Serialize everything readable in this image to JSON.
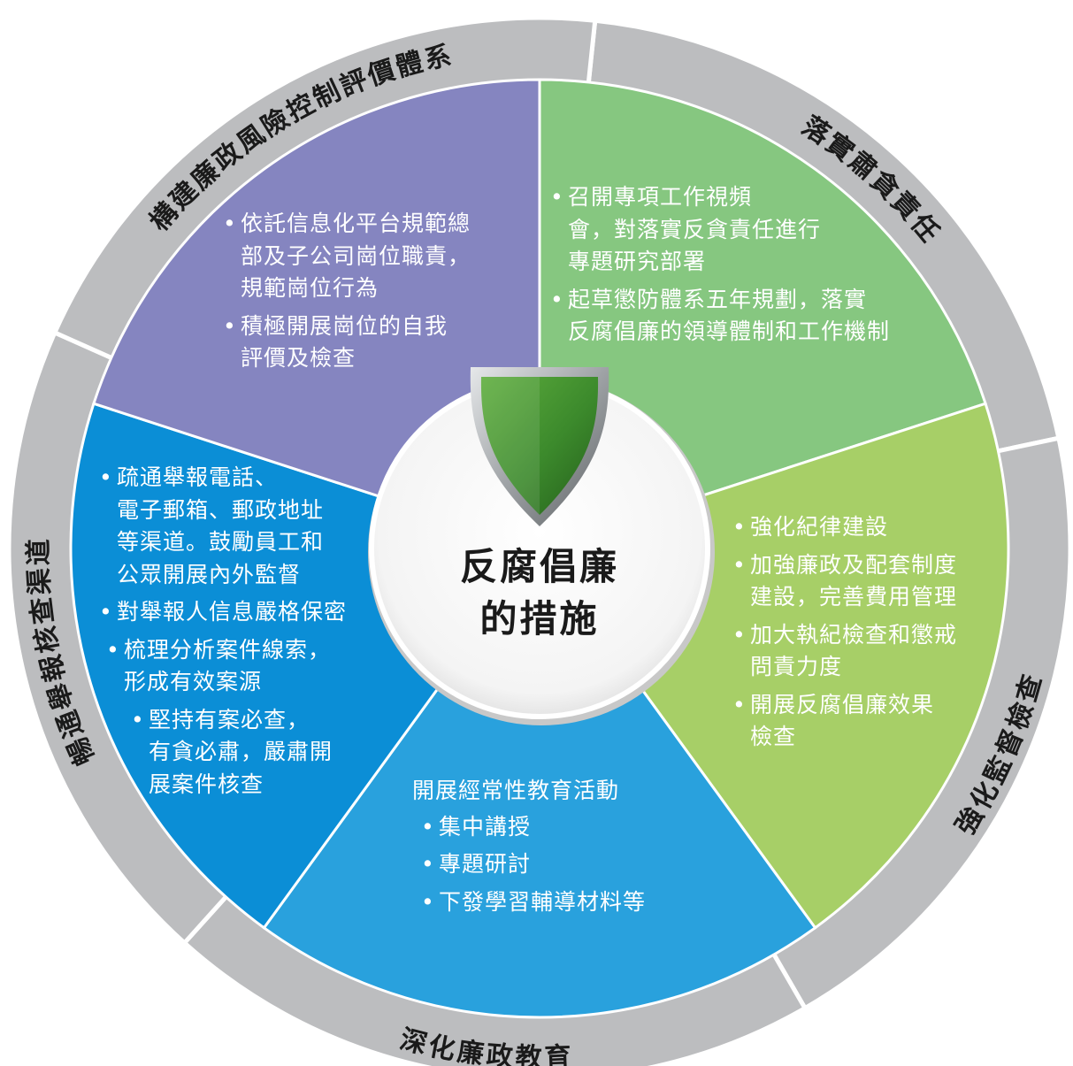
{
  "center": {
    "title_line1": "反腐倡廉",
    "title_line2": "的措施"
  },
  "segments": [
    {
      "title": "落實肅貪責任",
      "color": "#86c780",
      "items": [
        "召開專項工作視頻\n會，對落實反貪責任進行\n專題研究部署",
        "起草懲防體系五年規劃，落實\n反腐倡廉的領導體制和工作機制"
      ]
    },
    {
      "title": "強化監督檢查",
      "color": "#a7cf67",
      "items": [
        "強化紀律建設",
        "加強廉政及配套制度\n建設，完善費用管理",
        "加大執紀檢查和懲戒\n問責力度",
        "開展反腐倡廉效果\n檢查"
      ]
    },
    {
      "title": "深化廉政教育",
      "color": "#29a1dd",
      "intro": "開展經常性教育活動",
      "items": [
        "集中講授",
        "專題研討",
        "下發學習輔導材料等"
      ]
    },
    {
      "title": "暢通舉報核查渠道",
      "color": "#0b8ed6",
      "items": [
        "疏通舉報電話、\n電子郵箱、郵政地址\n等渠道。鼓勵員工和\n公眾開展內外監督",
        "對舉報人信息嚴格保密",
        "梳理分析案件線索，\n形成有效案源",
        "堅持有案必查，\n有貪必肅，嚴肅開\n展案件核查"
      ]
    },
    {
      "title": "構建廉政風險控制評價體系",
      "color": "#8585c0",
      "items": [
        "依託信息化平台規範總\n部及子公司崗位職責，\n規範崗位行為",
        "積極開展崗位的自我\n評價及檢查"
      ]
    }
  ],
  "colors": {
    "ring": "#bcbdbf",
    "shield_green": "#3c8a2c",
    "shield_silver": "#9ea2a5"
  },
  "icons": [
    "shield-icon"
  ]
}
